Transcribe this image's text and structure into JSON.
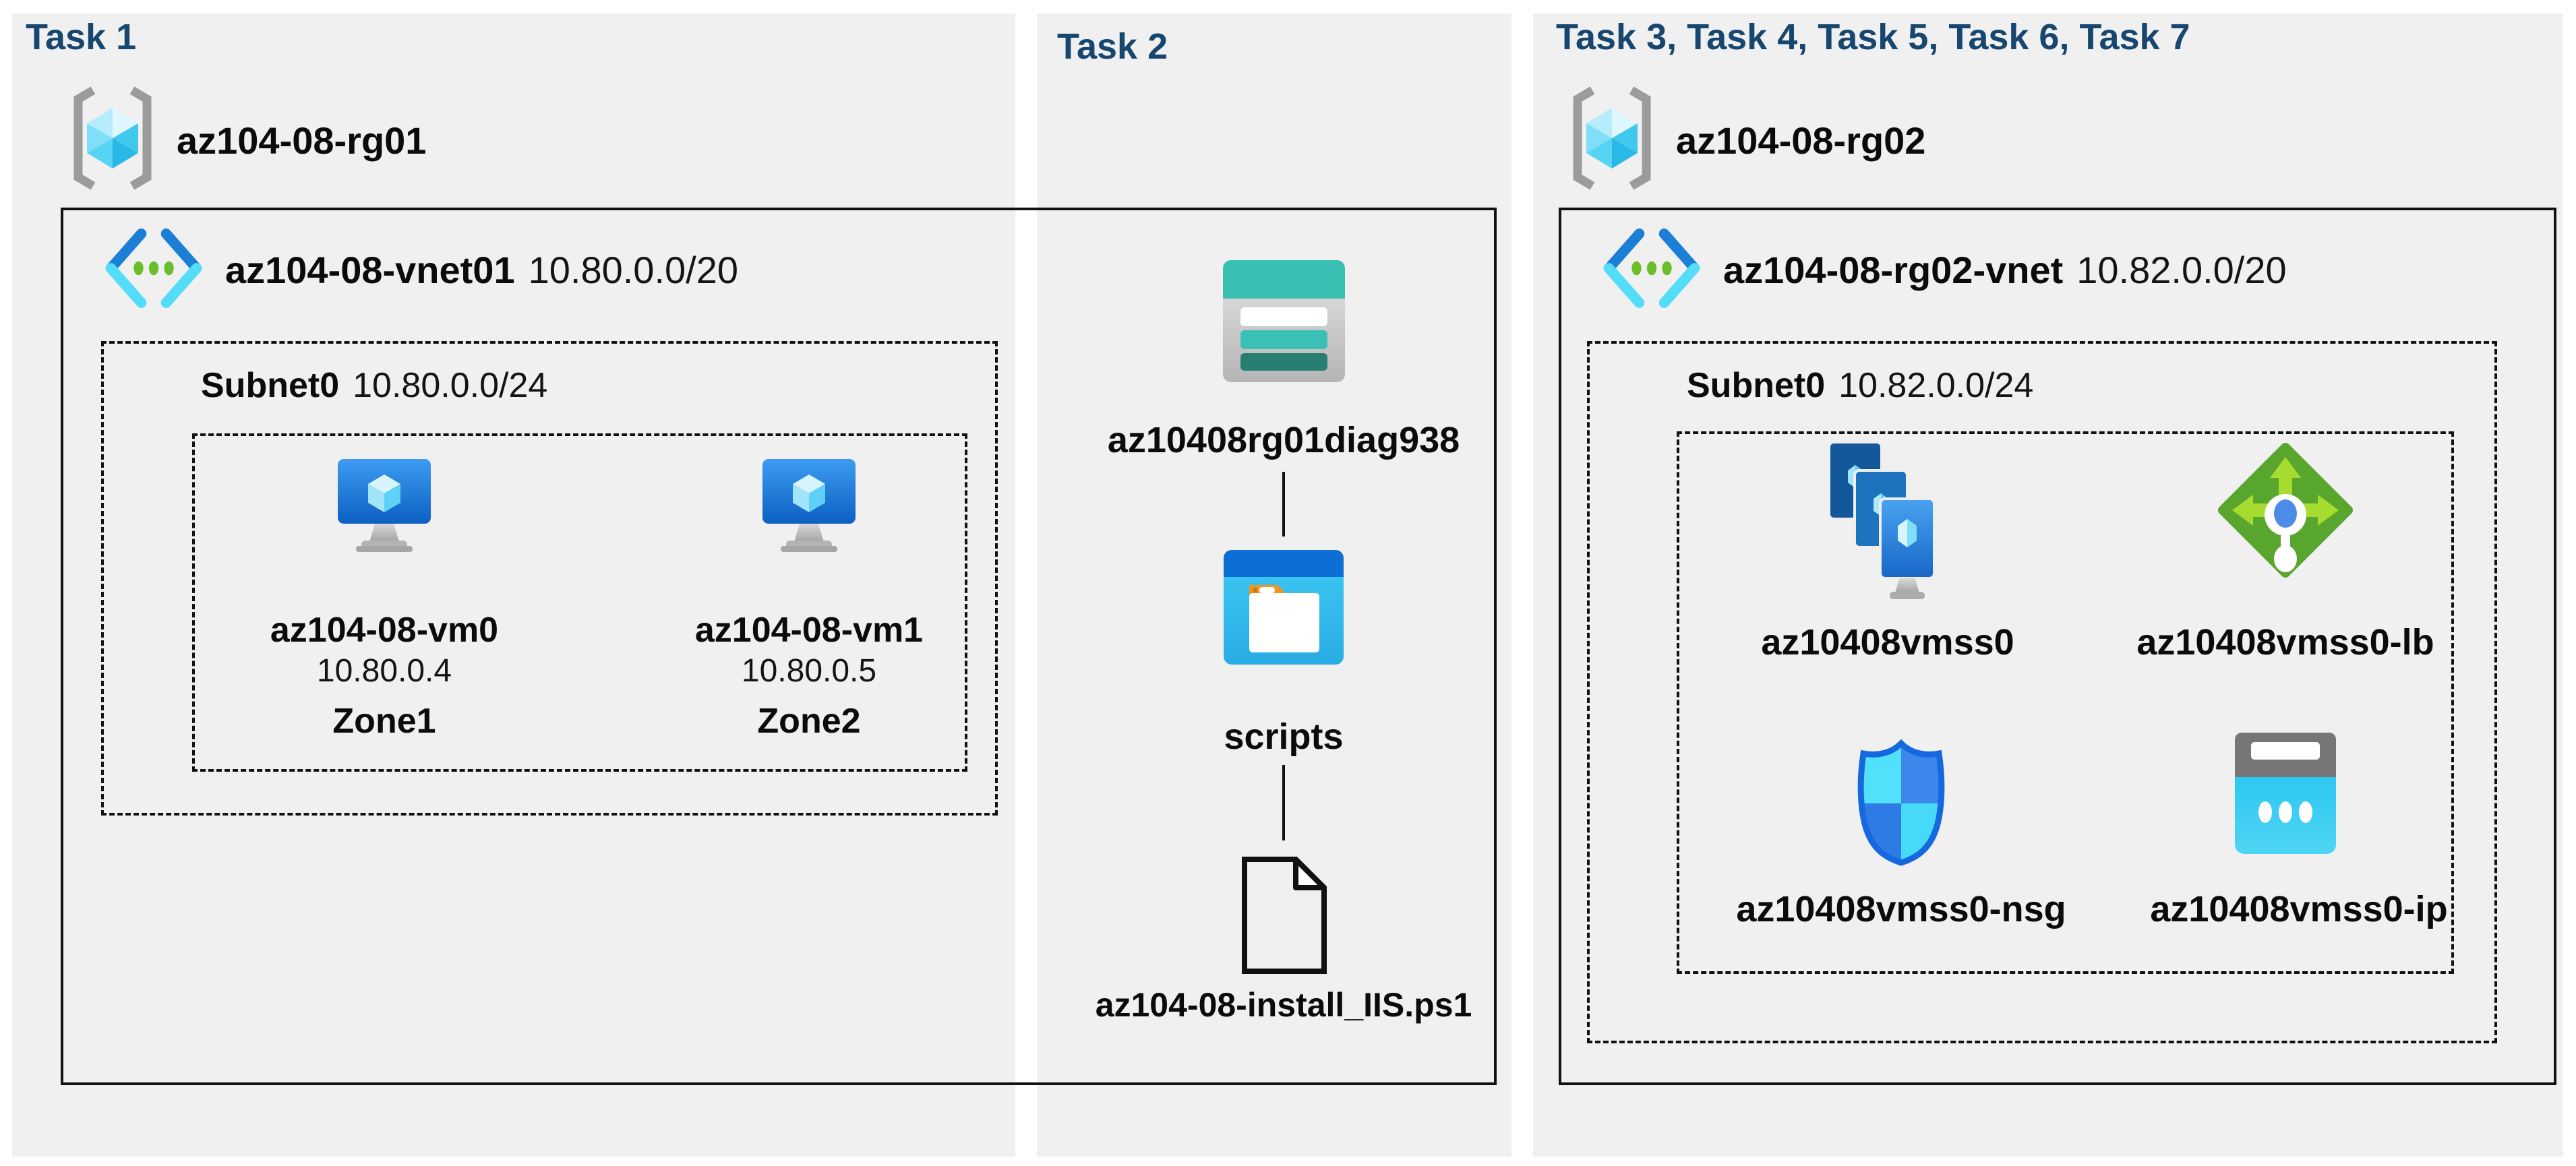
{
  "palette": {
    "heading": "#17466F",
    "column_bg": "#F0F0F0",
    "line": "#111111",
    "canvas_bg": "#FFFFFF",
    "azure_blue": "#1C7FD6",
    "light_cyan": "#50E2FA",
    "storage_teal": "#3AC0B2",
    "storage_teal_dark": "#277F72",
    "lb_green": "#58A62E",
    "lb_arrow_green": "#A6DC2F",
    "folder_orange": "#F29322",
    "nsg_border_blue": "#1668DF"
  },
  "tasks": {
    "task1": {
      "heading": "Task 1",
      "resource_group": "az104-08-rg01",
      "vnet_name": "az104-08-vnet01",
      "vnet_cidr": "10.80.0.0/20",
      "subnet_name": "Subnet0",
      "subnet_cidr": "10.80.0.0/24",
      "vms": [
        {
          "name": "az104-08-vm0",
          "ip": "10.80.0.4",
          "zone": "Zone1"
        },
        {
          "name": "az104-08-vm1",
          "ip": "10.80.0.5",
          "zone": "Zone2"
        }
      ]
    },
    "task2": {
      "heading": "Task 2",
      "storage_account": "az10408rg01diag938",
      "container": "scripts",
      "script_file": "az104-08-install_IIS.ps1"
    },
    "task3": {
      "heading": "Task 3, Task 4, Task 5, Task 6, Task 7",
      "resource_group": "az104-08-rg02",
      "vnet_name": "az104-08-rg02-vnet",
      "vnet_cidr": "10.82.0.0/20",
      "subnet_name": "Subnet0",
      "subnet_cidr": "10.82.0.0/24",
      "resources": [
        {
          "name": "az10408vmss0",
          "type": "vm-scale-set"
        },
        {
          "name": "az10408vmss0-lb",
          "type": "load-balancer"
        },
        {
          "name": "az10408vmss0-nsg",
          "type": "network-security-group"
        },
        {
          "name": "az10408vmss0-ip",
          "type": "public-ip"
        }
      ]
    }
  }
}
